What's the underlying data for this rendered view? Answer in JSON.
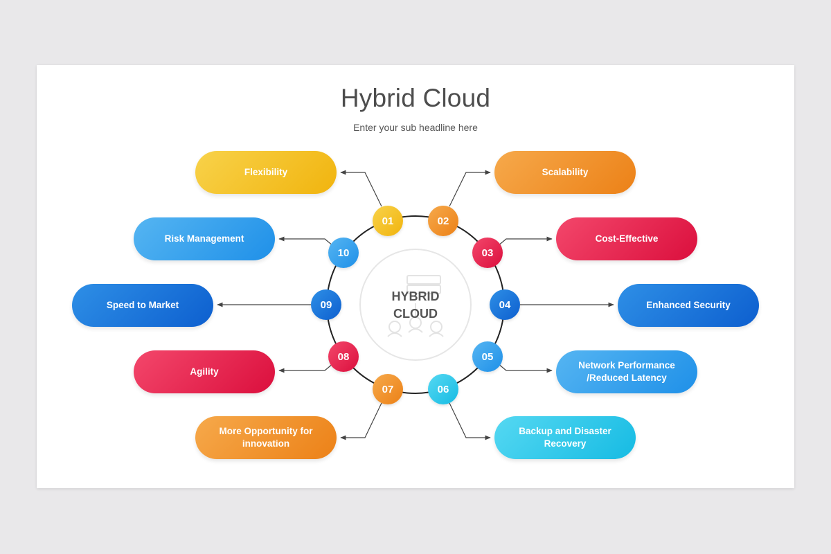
{
  "title": "Hybrid Cloud",
  "subtitle": "Enter your sub headline here",
  "center": {
    "line1": "HYBRID",
    "line2": "CLOUD",
    "icon": "cloud-server-network-icon"
  },
  "items": [
    {
      "number": "01",
      "label": "Flexibility",
      "color": "#f1b40e"
    },
    {
      "number": "02",
      "label": "Scalability",
      "color": "#ec8117"
    },
    {
      "number": "03",
      "label": "Cost-Effective",
      "color": "#db0f3d"
    },
    {
      "number": "04",
      "label": "Enhanced Security",
      "color": "#0d5fcf"
    },
    {
      "number": "05",
      "label": "Network Performance /Reduced Latency",
      "color": "#1f90e8"
    },
    {
      "number": "06",
      "label": "Backup and Disaster Recovery",
      "color": "#16bbe3"
    },
    {
      "number": "07",
      "label": "More Opportunity for innovation",
      "color": "#ec8117"
    },
    {
      "number": "08",
      "label": "Agility",
      "color": "#db0f3d"
    },
    {
      "number": "09",
      "label": "Speed to Market",
      "color": "#0d5fcf"
    },
    {
      "number": "10",
      "label": "Risk Management",
      "color": "#1f90e8"
    }
  ]
}
